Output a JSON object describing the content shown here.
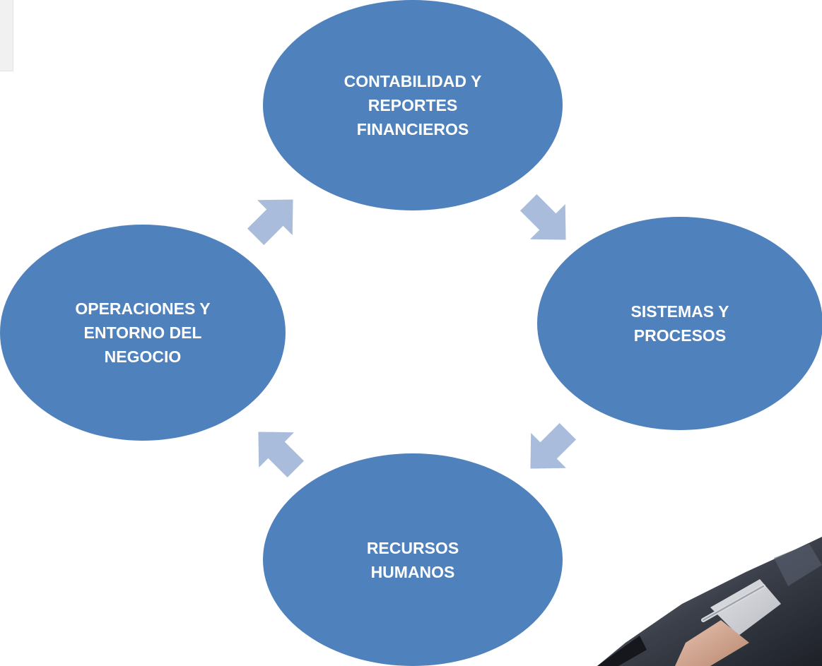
{
  "colors": {
    "node_fill": "#4f81bd",
    "node_text": "#ffffff",
    "arrow_fill": "#a9bcdb",
    "background": "#ffffff"
  },
  "cycle": {
    "nodes": [
      {
        "label": "CONTABILIDAD Y\nREPORTES\nFINANCIEROS"
      },
      {
        "label": "SISTEMAS Y\nPROCESOS"
      },
      {
        "label": "RECURSOS\nHUMANOS"
      },
      {
        "label": "OPERACIONES Y\nENTORNO DEL\nNEGOCIO"
      }
    ],
    "direction": "clockwise"
  },
  "decor": {
    "photo_icon": "businessperson-with-pen-photo"
  }
}
